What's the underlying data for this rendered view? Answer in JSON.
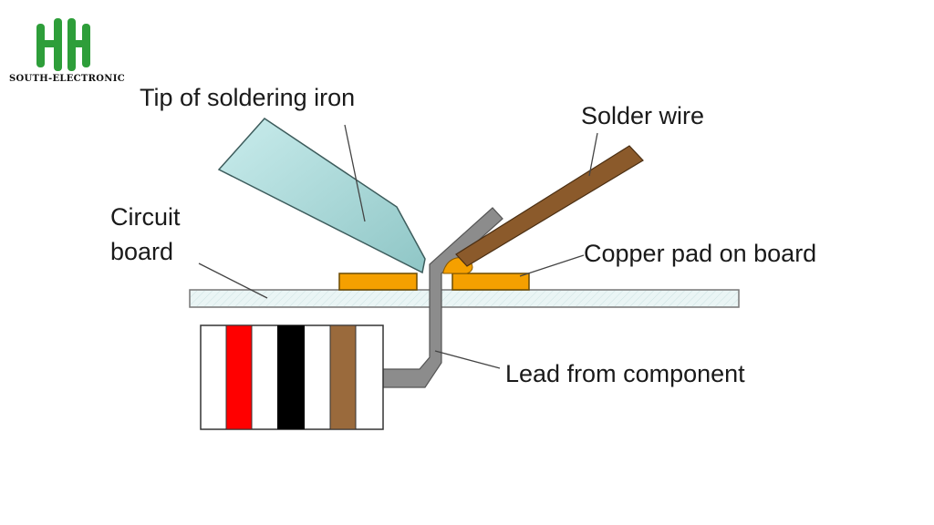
{
  "brand": {
    "name": "SOUTH-ELECTRONIC",
    "color": "#2e9e3a"
  },
  "labels": {
    "iron_tip": "Tip of soldering iron",
    "solder_wire": "Solder wire",
    "circuit_board_line1": "Circuit",
    "circuit_board_line2": "board",
    "copper_pad": "Copper pad on board",
    "lead": "Lead from component"
  },
  "colors": {
    "iron": "#a8dada",
    "copper": "#f5a000",
    "wire": "#8b5a2b",
    "lead": "#8c8c8c",
    "board": "#eaf5f5",
    "band1": "#ff0000",
    "band2": "#000000",
    "band3": "#9a6a3c"
  }
}
